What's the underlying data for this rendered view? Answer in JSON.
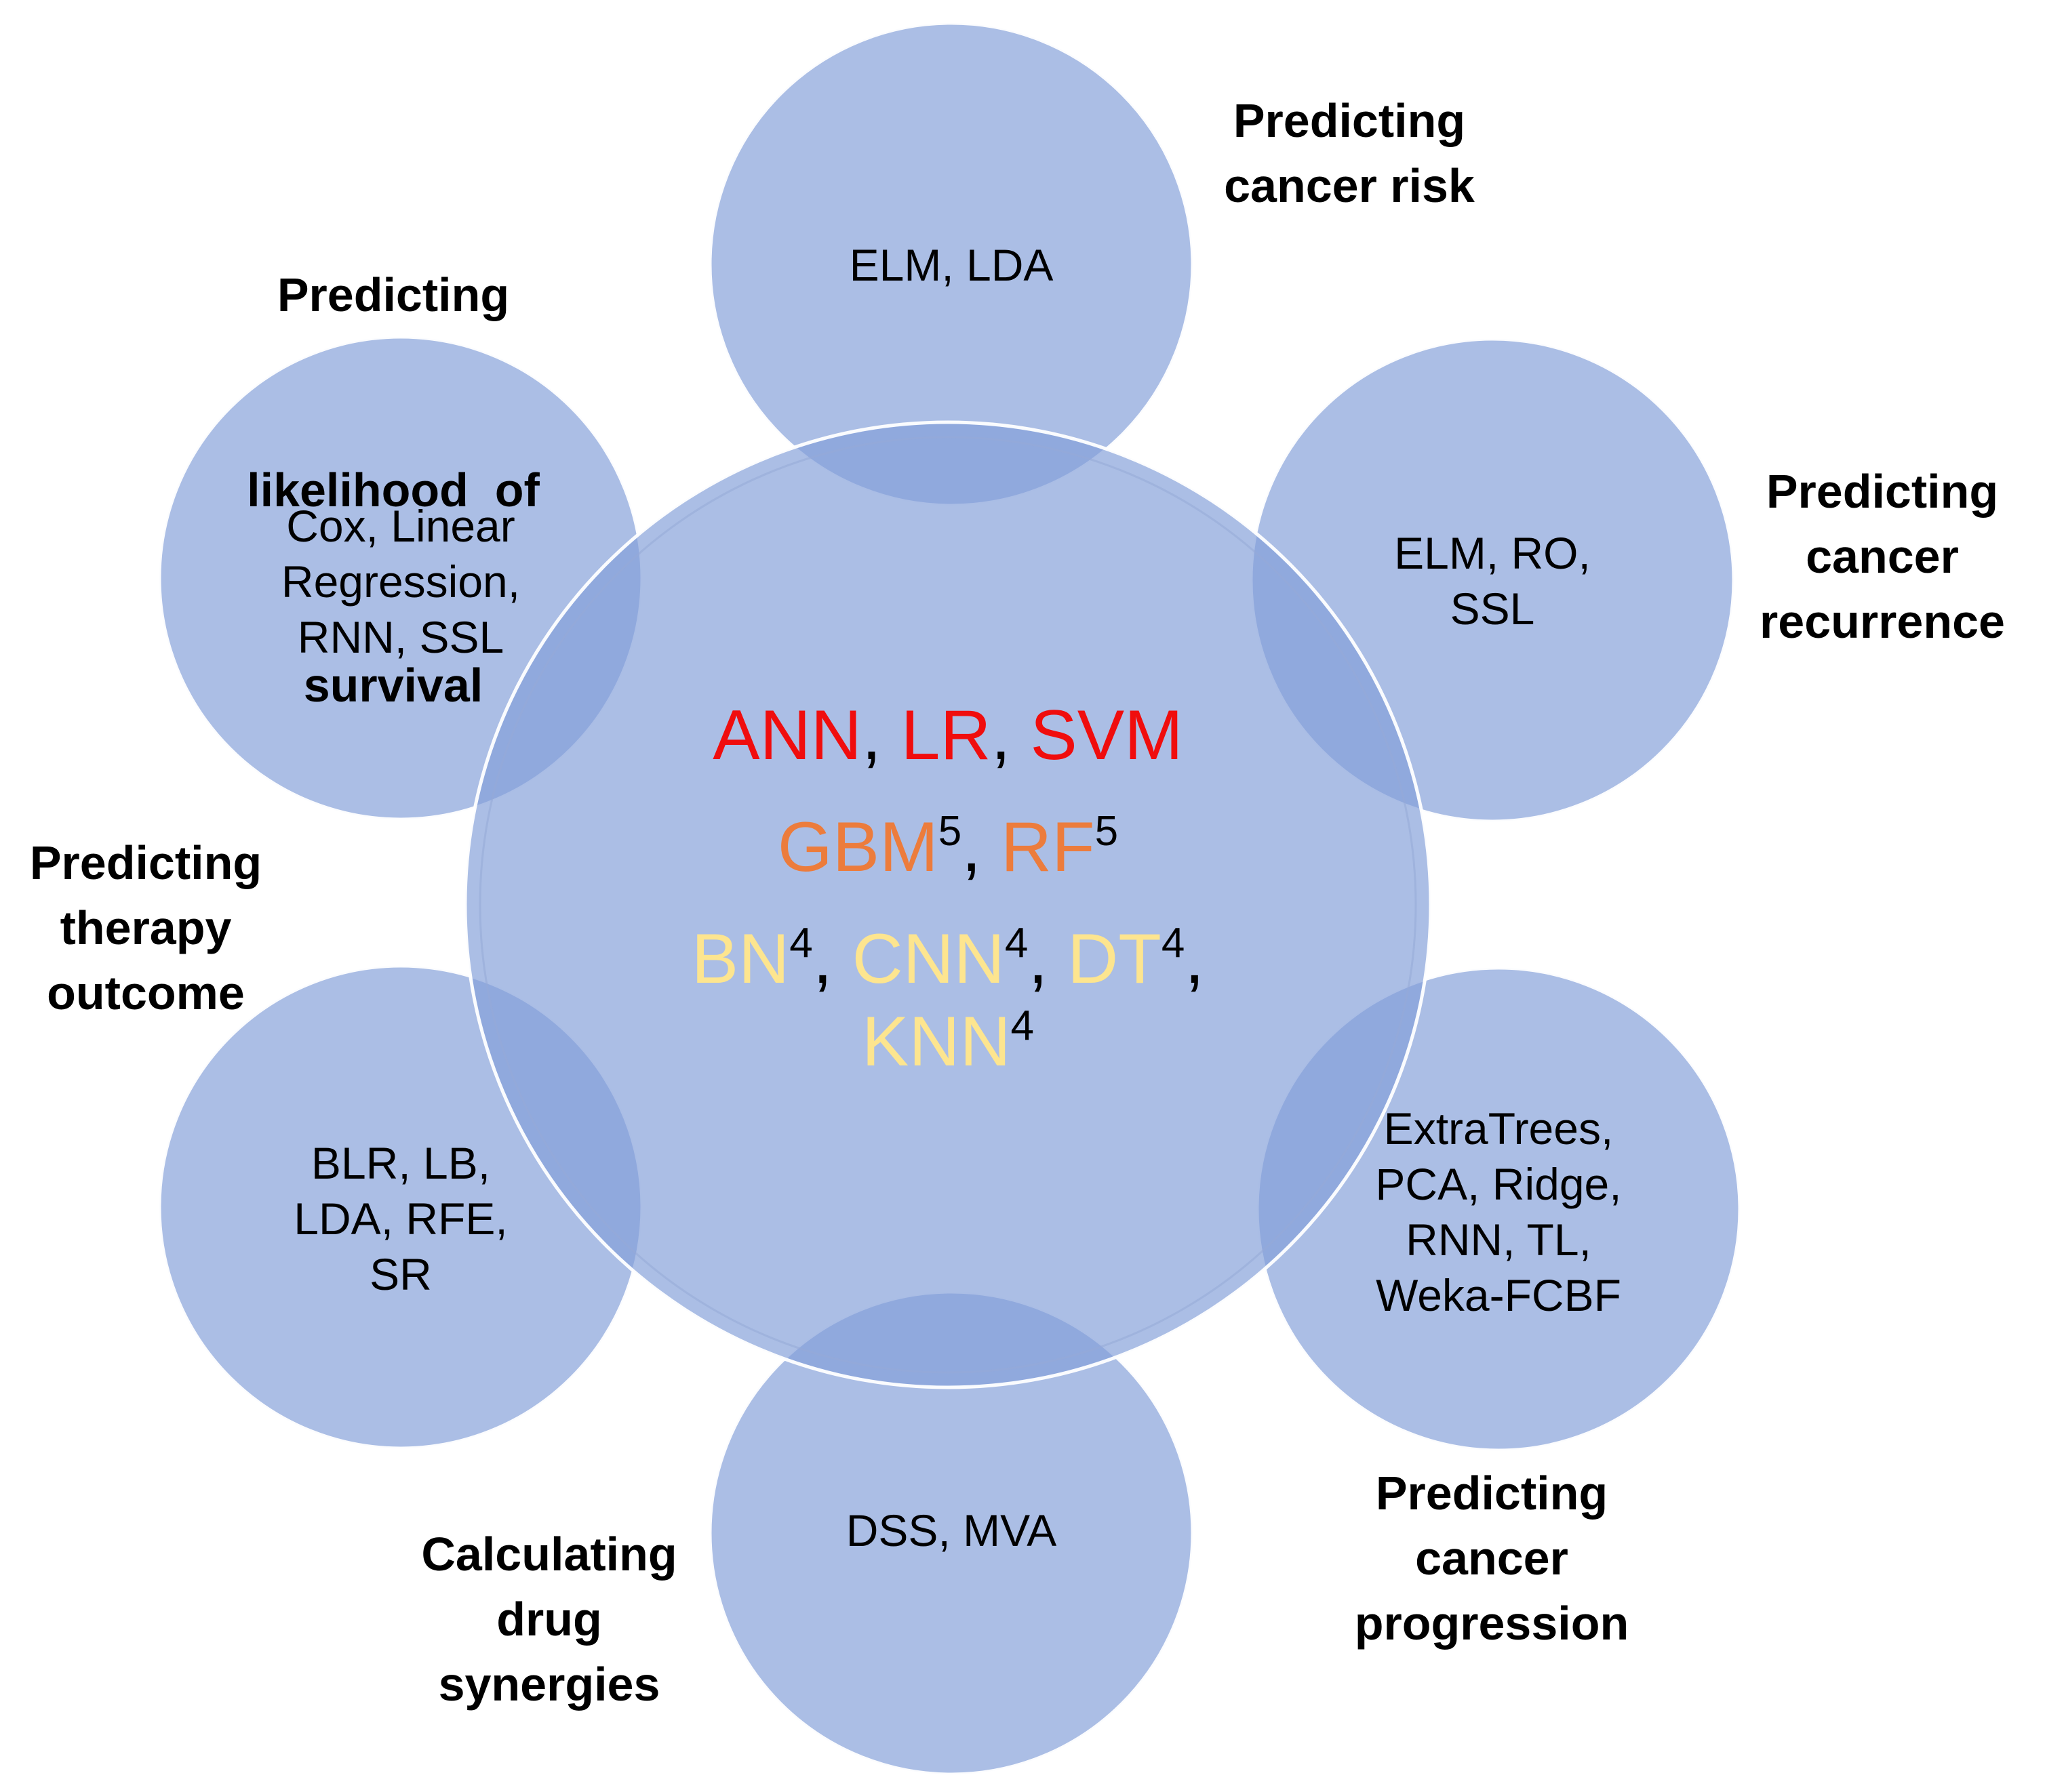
{
  "colors": {
    "tier1": "#f00d0d",
    "tier2": "#ec7c3c",
    "tier3": "#fde58f",
    "circle_fill": "#839fd8"
  },
  "center": {
    "tier1": {
      "items": [
        "ANN",
        "LR",
        "SVM"
      ]
    },
    "tier2": {
      "items": [
        "GBM",
        "RF"
      ],
      "sup": "5"
    },
    "tier3": {
      "items": [
        "BN",
        "CNN",
        "DT",
        "KNN"
      ],
      "sup": "4"
    }
  },
  "satellites": {
    "risk": {
      "label": [
        "Predicting",
        "cancer risk"
      ],
      "methods": [
        "ELM, LDA"
      ]
    },
    "recurrence": {
      "label": [
        "Predicting",
        "cancer",
        "recurrence"
      ],
      "methods": [
        "ELM, RO,",
        "SSL"
      ]
    },
    "progression": {
      "label": [
        "Predicting",
        "cancer",
        "progression"
      ],
      "methods": [
        "ExtraTrees,",
        "PCA, Ridge,",
        "RNN, TL,",
        "Weka-FCBF"
      ]
    },
    "synergy": {
      "label": [
        "Calculating",
        "drug",
        "synergies"
      ],
      "methods": [
        "DSS, MVA"
      ]
    },
    "therapy": {
      "label": [
        "Predicting",
        "therapy",
        "outcome"
      ],
      "methods": [
        "BLR, LB,",
        "LDA, RFE,",
        "SR"
      ]
    },
    "survival": {
      "label": [
        "Predicting",
        "likelihood  of",
        "survival"
      ],
      "methods": [
        "Cox, Linear",
        "Regression,",
        "RNN, SSL"
      ]
    }
  }
}
